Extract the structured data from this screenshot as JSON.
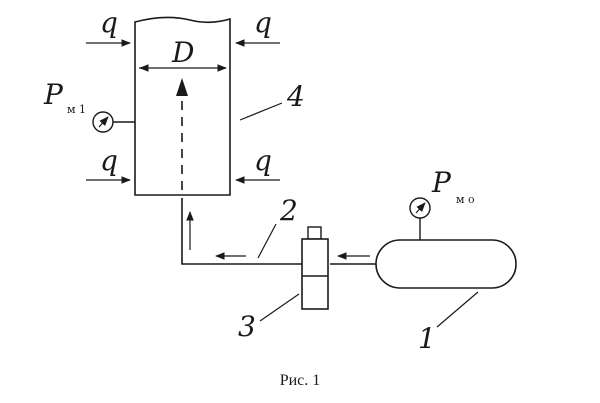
{
  "figure": {
    "caption": "Рис. 1",
    "labels": {
      "load": "q",
      "diameter": "D",
      "pressure_symbol": "P",
      "gauge1_subscript": "м 1",
      "gauge0_subscript": "м о",
      "part_1": "1",
      "part_2": "2",
      "part_3": "3",
      "part_4": "4"
    },
    "colors": {
      "line": "#1a1a1a",
      "background": "#ffffff"
    }
  }
}
